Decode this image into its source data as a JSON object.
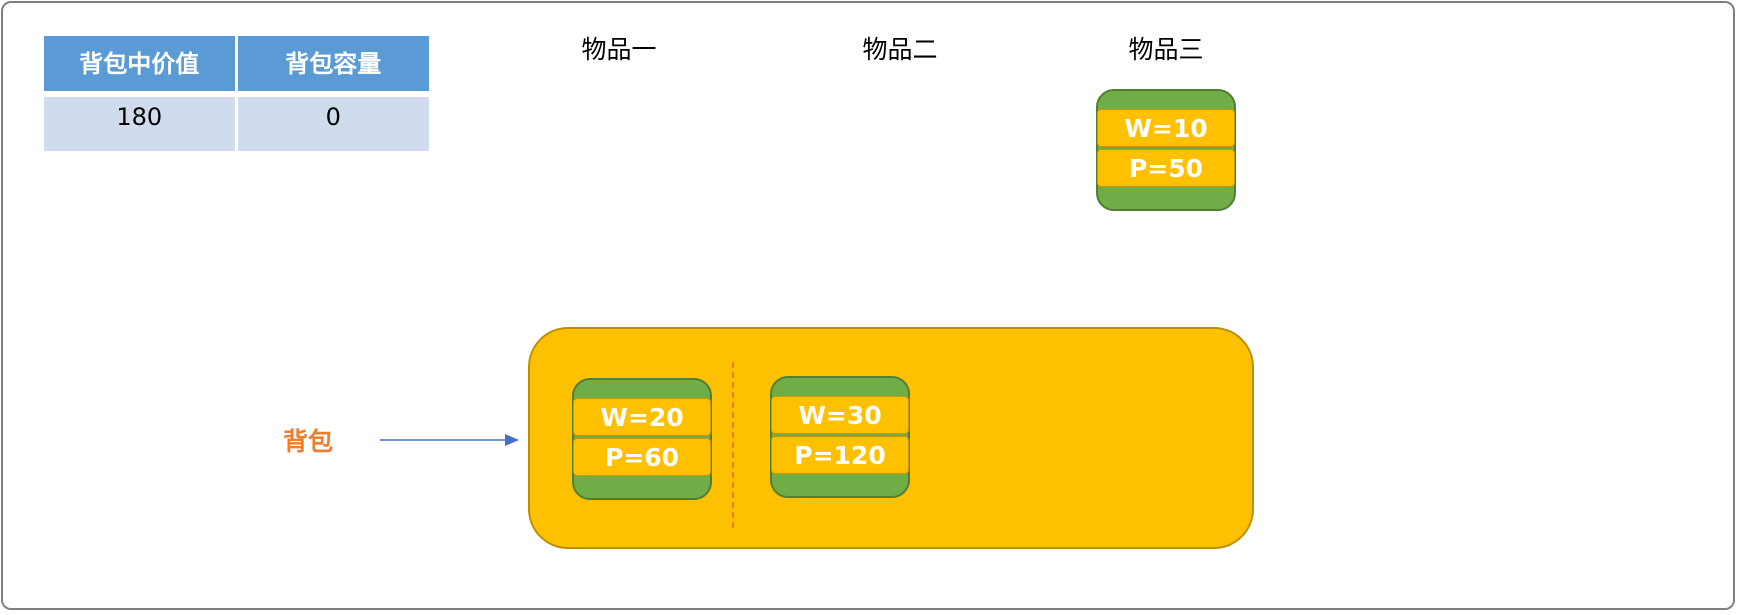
{
  "table": {
    "headers": [
      "背包中价值",
      "背包容量"
    ],
    "values": [
      "180",
      "0"
    ]
  },
  "items": [
    {
      "title": "物品一"
    },
    {
      "title": "物品二"
    },
    {
      "title": "物品三"
    }
  ],
  "cards": {
    "item3": {
      "weight": "W=10",
      "price": "P=50"
    },
    "item1": {
      "weight": "W=20",
      "price": "P=60"
    },
    "item2": {
      "weight": "W=30",
      "price": "P=120"
    }
  },
  "knapsack": {
    "label": "背包"
  },
  "colors": {
    "header": "#5b9bd5",
    "cell": "#d0dced",
    "card_green": "#70ad47",
    "stripe_yellow": "#ffc000",
    "bag_yellow": "#ffc000",
    "label_orange": "#ed7d31",
    "arrow_blue": "#4472c4"
  }
}
